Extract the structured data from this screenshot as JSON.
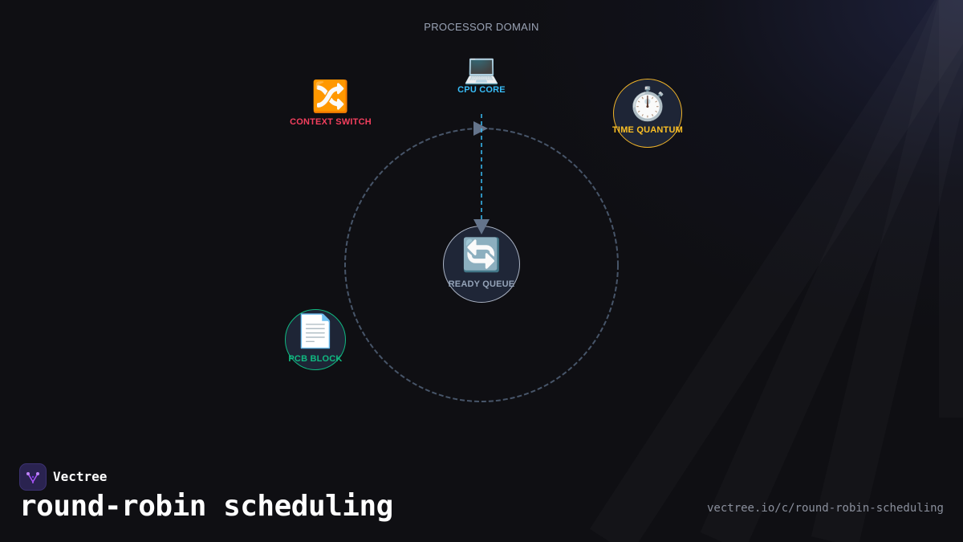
{
  "header": {
    "domain_label": "PROCESSOR DOMAIN"
  },
  "nodes": {
    "cpu_core": {
      "label": "CPU CORE",
      "icon": "laptop-icon",
      "glyph": "💻",
      "color": "#38bdf8"
    },
    "context_switch": {
      "label": "CONTEXT SWITCH",
      "icon": "shuffle-icon",
      "glyph": "🔀",
      "color": "#f43f5e"
    },
    "time_quantum": {
      "label": "TIME QUANTUM",
      "icon": "stopwatch-icon",
      "glyph": "⏱️",
      "color": "#fbbf24"
    },
    "ready_queue": {
      "label": "READY QUEUE",
      "icon": "cycle-arrows-icon",
      "glyph": "🔄",
      "color": "#94a3b8"
    },
    "pcb_block": {
      "label": "PCB BLOCK",
      "icon": "page-icon",
      "glyph": "📄",
      "color": "#10b981"
    }
  },
  "edges": [
    {
      "from": "cpu_core",
      "to": "ready_queue",
      "style": "dashed",
      "color": "#38bdf8"
    }
  ],
  "footer": {
    "brand": "Vectree",
    "title": "round-robin scheduling",
    "url": "vectree.io/c/round-robin-scheduling"
  },
  "colors": {
    "background": "#0f0f13",
    "orbit": "#475569",
    "arrow": "#64748b"
  }
}
